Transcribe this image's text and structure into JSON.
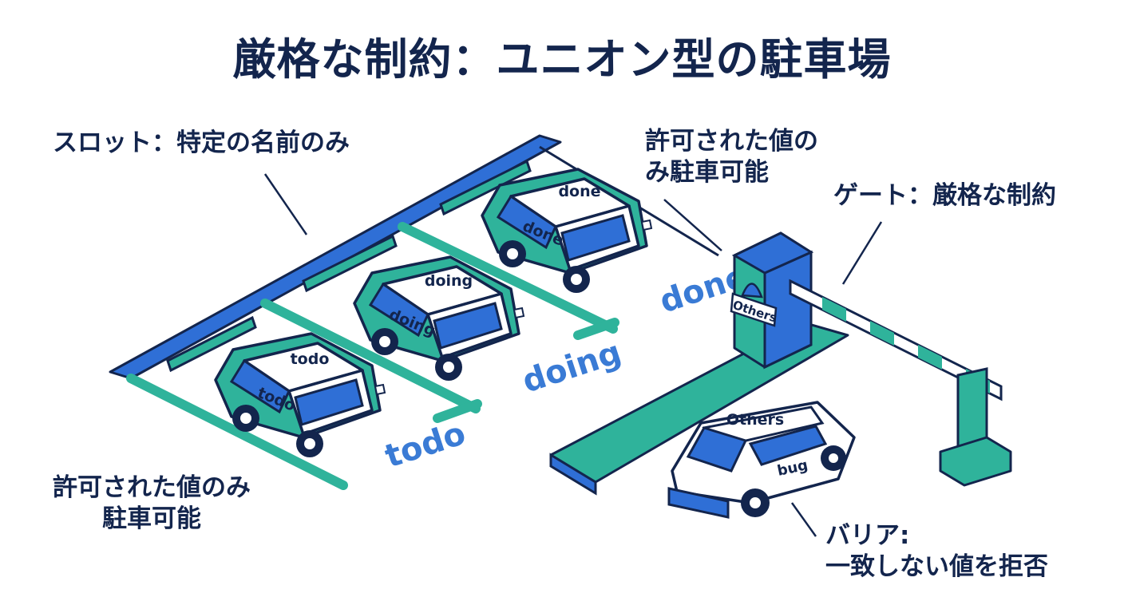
{
  "title": "厳格な制約：ユニオン型の駐車場",
  "captions": {
    "slot": "スロット：特定の名前のみ",
    "allowed_top_line1": "許可された値の",
    "allowed_top_line2": "み駐車可能",
    "gate": "ゲート：厳格な制約",
    "allowed_bottom_line1": "許可された値のみ",
    "allowed_bottom_line2": "駐車可能",
    "barrier_line1": "バリア:",
    "barrier_line2": "一致しない値を拒否"
  },
  "slots": [
    {
      "car_label": "todo",
      "floor_label": "todo"
    },
    {
      "car_label": "doing",
      "floor_label": "doing"
    },
    {
      "car_label": "done",
      "floor_label": "done"
    }
  ],
  "gate_sign": "Others",
  "rejected_car": {
    "roof_label": "Others",
    "door_label": "bug"
  },
  "colors": {
    "navy": "#13254d",
    "blue": "#2f6fd6",
    "teal": "#2fb39b",
    "dark_teal": "#1e8f7c",
    "label_blue": "#3a7bd5"
  }
}
